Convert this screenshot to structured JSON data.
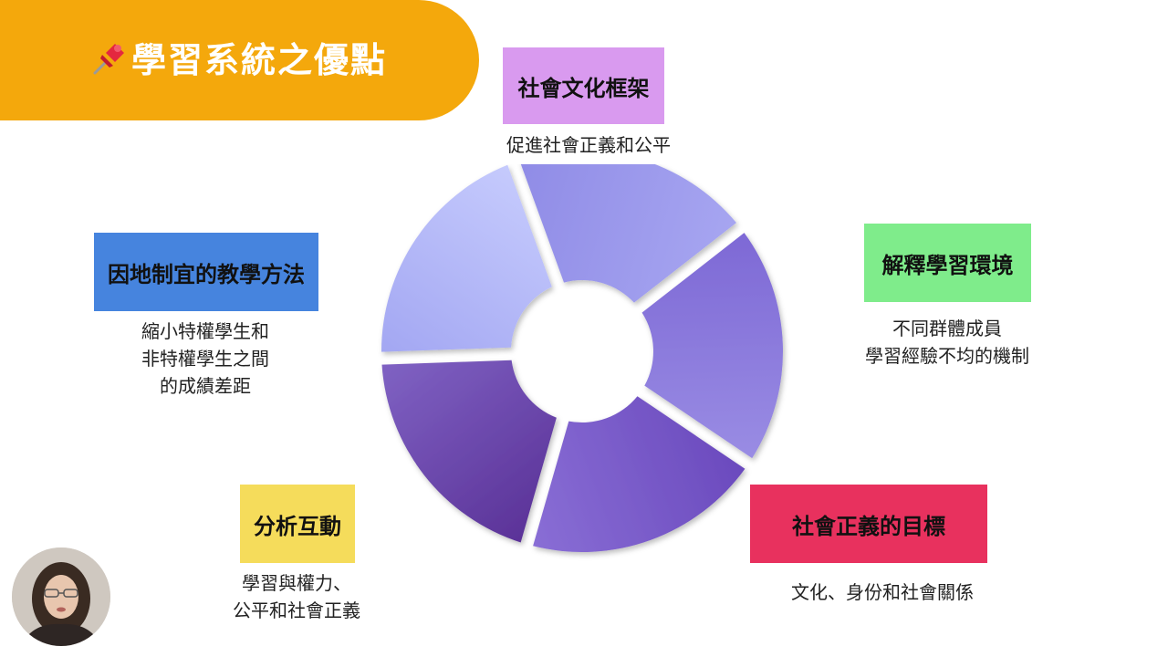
{
  "title": "學習系統之優點",
  "icons": {
    "title": "pushpin-icon",
    "presenter": "presenter-avatar"
  },
  "colors": {
    "banner": "#F4A80C",
    "purple": "#D99AEF",
    "green": "#7FEC8B",
    "red": "#E8315E",
    "yellow": "#F5DC5B",
    "blue": "#4684DE"
  },
  "items": {
    "top": {
      "label": "社會文化框架",
      "desc": [
        "促進社會正義和公平"
      ]
    },
    "right": {
      "label": "解釋學習環境",
      "desc": [
        "不同群體成員",
        "學習經驗不均的機制"
      ]
    },
    "bottomRight": {
      "label": "社會正義的目標",
      "desc": [
        "文化、身份和社會關係"
      ]
    },
    "bottomLeft": {
      "label": "分析互動",
      "desc": [
        "學習與權力、",
        "公平和社會正義"
      ]
    },
    "left": {
      "label": "因地制宜的教學方法",
      "desc": [
        "縮小特權學生和",
        "非特權學生之間",
        "的成績差距"
      ]
    }
  },
  "wheel": {
    "segment_colors": [
      [
        "#8F8BE6",
        "#A7A6F1"
      ],
      [
        "#7D68D5",
        "#9A8DE4"
      ],
      [
        "#6A49BD",
        "#8A6FD6"
      ],
      [
        "#5A3197",
        "#8063C4"
      ],
      [
        "#A2A6F2",
        "#C6CBFD"
      ]
    ]
  }
}
